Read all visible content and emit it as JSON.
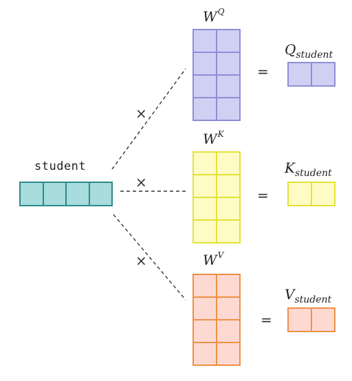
{
  "input": {
    "label": "student",
    "cells": 4,
    "fill": "#a8dcdd",
    "border": "#2a8a8a"
  },
  "operator_times": "×",
  "operator_equals": "=",
  "weights": [
    {
      "name": "W",
      "sup": "Q",
      "fill": "#d0d0f2",
      "border": "#8d8dd8",
      "rows": 4,
      "cols": 2
    },
    {
      "name": "W",
      "sup": "K",
      "fill": "#fefcc4",
      "border": "#e3e237",
      "rows": 4,
      "cols": 2
    },
    {
      "name": "W",
      "sup": "V",
      "fill": "#fdd9d2",
      "border": "#ef8f45",
      "rows": 4,
      "cols": 2
    }
  ],
  "outputs": [
    {
      "name": "Q",
      "sub": "student",
      "fill": "#d0d0f2",
      "border": "#8d8dd8",
      "cells": 2
    },
    {
      "name": "K",
      "sub": "student",
      "fill": "#fefcc4",
      "border": "#e3e237",
      "cells": 2
    },
    {
      "name": "V",
      "sub": "student",
      "fill": "#fdd9d2",
      "border": "#ef8f45",
      "cells": 2
    }
  ]
}
